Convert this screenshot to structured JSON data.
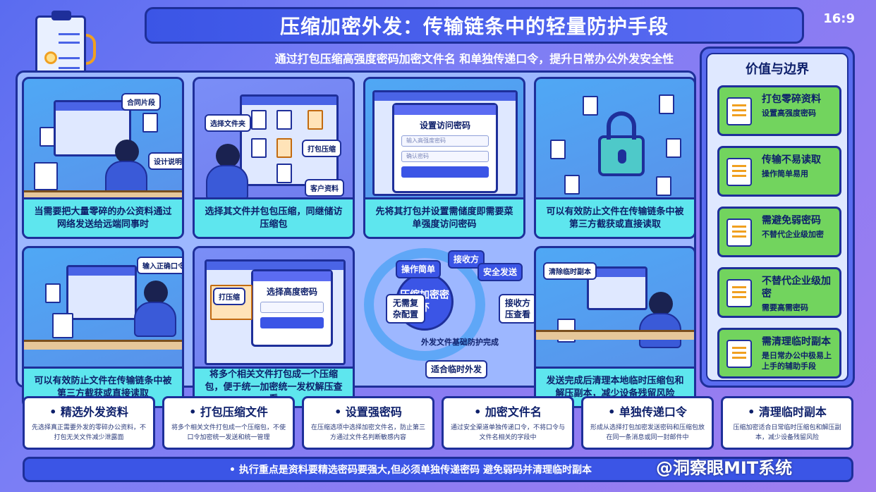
{
  "header": {
    "title": "压缩加密外发：传输链条中的轻量防护手段",
    "ratio": "16:9",
    "subtitle": "通过打包压缩高强度密码加密文件名 和单独传递口令，提升日常办公外发安全性"
  },
  "panels": {
    "p1": {
      "caption": "当需要把大量零碎的办公资料通过网络发送给远端同事时",
      "tags": [
        "合同片段",
        "设计说明"
      ]
    },
    "p2": {
      "caption": "选择其文件并包包压缩，同继储访压缩包",
      "tags": [
        "选择文件夹",
        "打包压缩",
        "客户资料"
      ]
    },
    "p3": {
      "caption": "先将其打包并设置需储度即需要菜单强度访问密码",
      "dialog_title": "设置访问密码",
      "field1": "输入高强度密码",
      "field2": "确认密码"
    },
    "p4": {
      "caption": "可以有效防止文件在传输链条中被第三方截获或直接读取"
    },
    "p5": {
      "caption": "可以有效防止文件在传输链条中被第三方截获或直接读取",
      "tags": [
        "输入正确口令"
      ]
    },
    "p6": {
      "caption": "将多个相关文件打包成一个压缩包，便于统一加密统一发权解压查看",
      "dialog_title": "选择高度密码",
      "tags": [
        "打压缩"
      ]
    },
    "p7": {
      "center": "压缩加密密环",
      "nodes": [
        "操作简单",
        "接收方",
        "安全发送",
        "无需复杂配置",
        "接收方压查看",
        "适合临时外发"
      ],
      "label": "外发文件基础防护完成"
    },
    "p8": {
      "caption": "发送完成后清理本地临时压缩包和解压副本，减少设备残留风险",
      "tags": [
        "清除临时副本"
      ]
    }
  },
  "sidebar": {
    "title": "价值与边界",
    "cards": [
      {
        "title": "打包零碎资料",
        "sub": "设置高强度密码"
      },
      {
        "title": "传输不易读取",
        "sub": "操作简单易用"
      },
      {
        "title": "需避免弱密码",
        "sub": "不替代企业级加密"
      },
      {
        "title": "不替代企业级加密",
        "sub": "需要高需密码"
      },
      {
        "title": "需清理临时副本",
        "sub": "是日常办公中极易上上手的辅助手段"
      }
    ]
  },
  "steps": [
    {
      "title": "精选外发资料",
      "desc": "先选择真正需要外发的零碎办公资料，不打包无关文件减少泄露面"
    },
    {
      "title": "打包压缩文件",
      "desc": "将多个相关文件打包成一个压缩包，不使口令加密统一发送和统一管理"
    },
    {
      "title": "设置强密码",
      "desc": "在压缩选项中选择加密文件名，防止第三方通过文件名判断敏感内容"
    },
    {
      "title": "加密文件名",
      "desc": "通过安全渠道单独传递口令，不将口令与文件名相关的字段中"
    },
    {
      "title": "单独传递口令",
      "desc": "形成从选择打包加密发送密码和压缩包放在同一条消息或同一封邮件中"
    },
    {
      "title": "清理临时副本",
      "desc": "压缩加密适合日常临时压缩包和解压副本，减少设备残留风险"
    }
  ],
  "footer": {
    "text": "• 执行重点是资料要精选密码要强大,但必须单独传递密码 避免弱码并清理临时副本",
    "watermark": "@洞察眼MIT系统"
  },
  "colors": {
    "accent": "#3b55e6",
    "outline": "#1e2f9a",
    "caption": "#5ee6ee",
    "card": "#72d45e"
  }
}
